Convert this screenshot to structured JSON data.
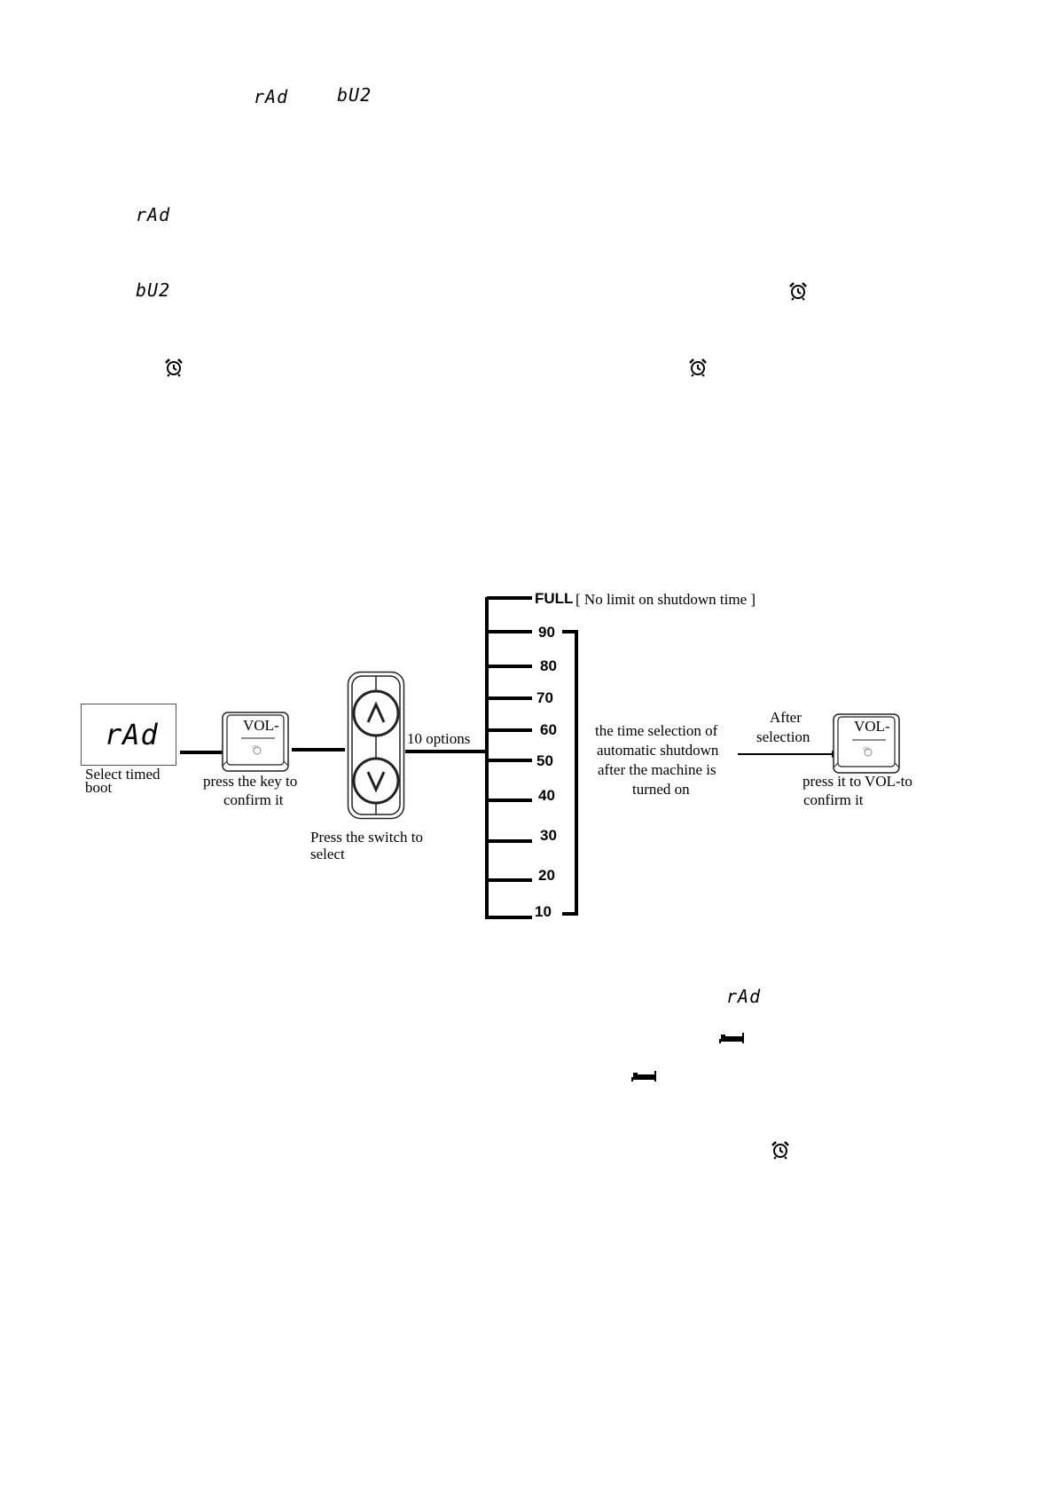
{
  "upper_icons": {
    "rad_code": "rAd",
    "buz_code": "bU2"
  },
  "diagram": {
    "display_code": "rAd",
    "display_caption": "Select timed boot",
    "display_caption_lines": [
      "Select timed",
      "boot"
    ],
    "vol_key_label": "VOL-",
    "confirm_caption_lines": [
      "press the key to",
      "confirm it"
    ],
    "switch_caption_lines": [
      "Press the switch to",
      "select"
    ],
    "options_label": "10 options",
    "scale_items": [
      "FULL",
      "90",
      "80",
      "70",
      "60",
      "50",
      "40",
      "30",
      "20",
      "10"
    ],
    "full_note": "[ No limit on shutdown time ]",
    "bracket_caption_lines": [
      "the time selection of",
      "automatic shutdown",
      "after the machine is",
      "turned on"
    ],
    "after_caption_lines": [
      "After",
      "selection"
    ],
    "final_key_label": "VOL-",
    "final_caption_lines": [
      "press it to VOL-to",
      "confirm it"
    ]
  },
  "lower_icons": {
    "rad_code": "rAd"
  }
}
